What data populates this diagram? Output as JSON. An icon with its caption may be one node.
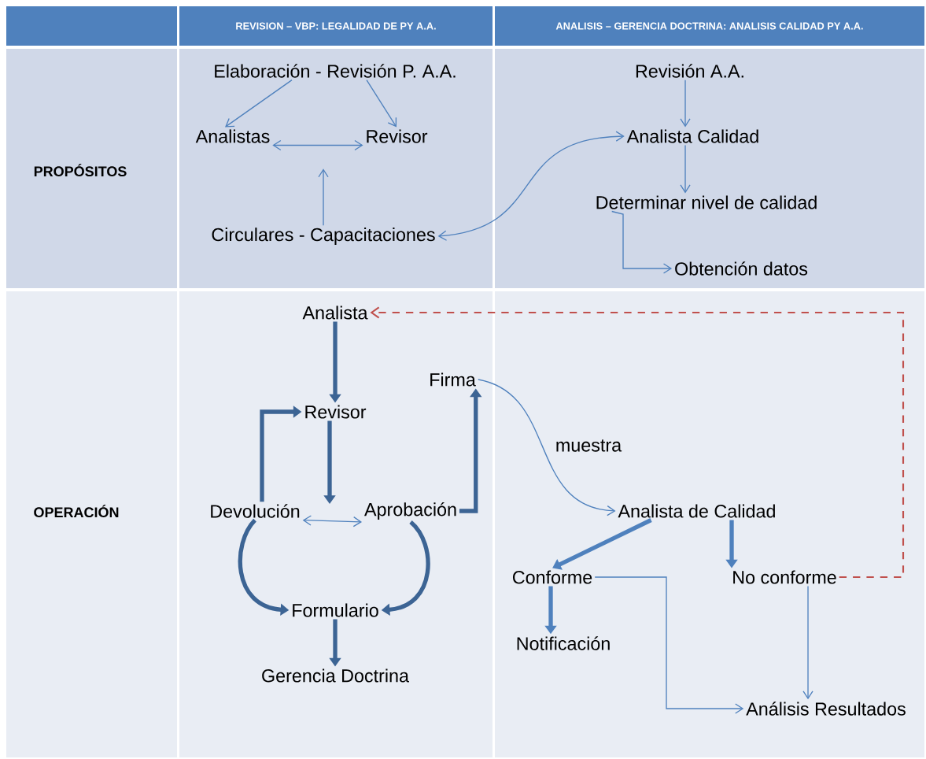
{
  "diagram": {
    "nodes": [
      {
        "text": [
          "Elaboración - Revisión P. A.A."
        ]
      },
      {
        "text": [
          "Analistas"
        ]
      },
      {
        "text": [
          "Revisor"
        ]
      },
      {
        "text": [
          "Circulares  - Capacitaciones"
        ]
      },
      {
        "text": [
          "Revisión A.A."
        ]
      },
      {
        "text": [
          "Analista Calidad"
        ]
      },
      {
        "text": [
          "Determinar nivel de calidad"
        ]
      },
      {
        "text": [
          "Obtención datos"
        ]
      },
      {
        "text": [
          "Analista"
        ]
      },
      {
        "text": [
          "Firma"
        ]
      },
      {
        "text": [
          "Revisor"
        ]
      },
      {
        "text": [
          "Devolución"
        ]
      },
      {
        "text": [
          "Aprobación"
        ]
      },
      {
        "text": [
          "Formulario"
        ]
      },
      {
        "text": [
          "Gerencia Doctrina"
        ]
      },
      {
        "text": [
          "Analista de Calidad"
        ]
      },
      {
        "text": [
          "Conforme"
        ]
      },
      {
        "text": [
          "No conforme"
        ]
      },
      {
        "text": [
          "Notificación"
        ]
      },
      {
        "text": [
          "Análisis Resultados"
        ]
      }
    ],
    "edges": [
      {
        "from": 0,
        "to": 1,
        "arrow": "to"
      },
      {
        "from": 0,
        "to": 2,
        "arrow": "to"
      },
      {
        "from": 1,
        "to": 2,
        "arrow": "both"
      },
      {
        "from": 3,
        "to": null,
        "arrow": "to"
      },
      {
        "from": 3,
        "to": 5,
        "arrow": "both"
      },
      {
        "from": 4,
        "to": 5,
        "arrow": "to"
      },
      {
        "from": 5,
        "to": 6,
        "arrow": "to"
      },
      {
        "from": 6,
        "to": 7,
        "arrow": "to"
      },
      {
        "from": 17,
        "to": 8,
        "arrow": "to",
        "style": "dashed",
        "color": "#c0504d"
      },
      {
        "from": 8,
        "to": 10,
        "arrow": "to",
        "style": "thick",
        "color": "#3c6494"
      },
      {
        "from": 11,
        "to": 10,
        "arrow": "to",
        "style": "thick",
        "color": "#3c6494"
      },
      {
        "from": 10,
        "to": null,
        "arrow": "to",
        "style": "thick",
        "color": "#3c6494"
      },
      {
        "from": 11,
        "to": 12,
        "arrow": "both"
      },
      {
        "from": 11,
        "to": 13,
        "arrow": "to",
        "style": "thick",
        "color": "#3c6494"
      },
      {
        "from": 12,
        "to": 13,
        "arrow": "to",
        "style": "thick",
        "color": "#3c6494"
      },
      {
        "from": 13,
        "to": 14,
        "arrow": "to",
        "style": "thick",
        "color": "#3c6494"
      },
      {
        "from": 12,
        "to": 9,
        "arrow": "to",
        "style": "thick",
        "color": "#3c6494"
      },
      {
        "from": 9,
        "to": 15,
        "arrow": "to",
        "label": "muestra"
      },
      {
        "from": 15,
        "to": 16,
        "arrow": "to",
        "style": "thick"
      },
      {
        "from": 15,
        "to": 17,
        "arrow": "to",
        "style": "thick"
      },
      {
        "from": 16,
        "to": 18,
        "arrow": "to",
        "style": "thick"
      },
      {
        "from": 16,
        "to": 19,
        "arrow": "to"
      },
      {
        "from": 17,
        "to": 19,
        "arrow": "to"
      }
    ],
    "labels": [
      "REVISION – VBP:  LEGALIDAD DE  PY A.A.",
      "ANALISIS – GERENCIA DOCTRINA: ANALISIS CALIDAD PY A.A.",
      "PROPÓSITOS",
      "OPERACIÓN"
    ]
  }
}
